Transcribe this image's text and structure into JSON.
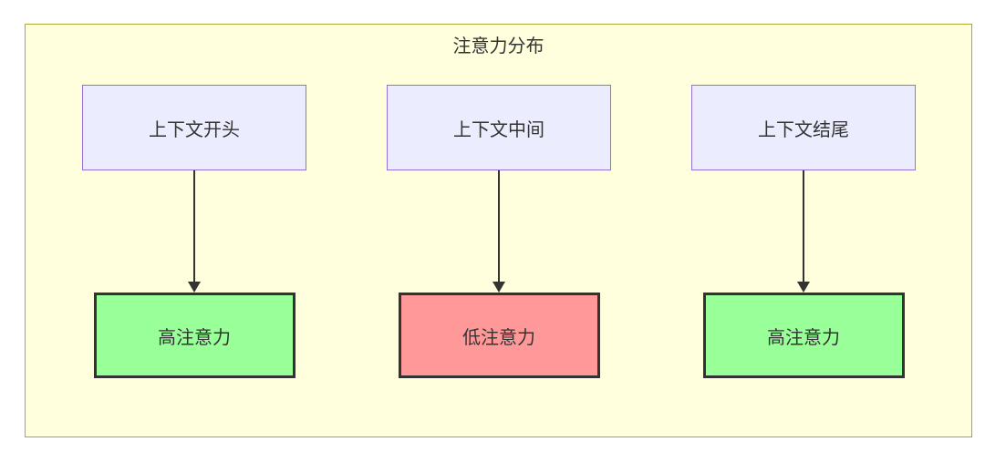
{
  "diagram": {
    "title": "注意力分布",
    "columns": [
      {
        "top": "上下文开头",
        "bottom": "高注意力",
        "bottom_type": "high"
      },
      {
        "top": "上下文中间",
        "bottom": "低注意力",
        "bottom_type": "low"
      },
      {
        "top": "上下文结尾",
        "bottom": "高注意力",
        "bottom_type": "high"
      }
    ],
    "colors": {
      "cluster_fill": "#ffffde",
      "cluster_border": "#aaaa33",
      "top_node_fill": "#ececff",
      "top_node_border": "#9370db",
      "high_attention_fill": "#99ff99",
      "low_attention_fill": "#ff9999",
      "bottom_node_border": "#333333",
      "arrow": "#333333",
      "text": "#333333"
    }
  }
}
